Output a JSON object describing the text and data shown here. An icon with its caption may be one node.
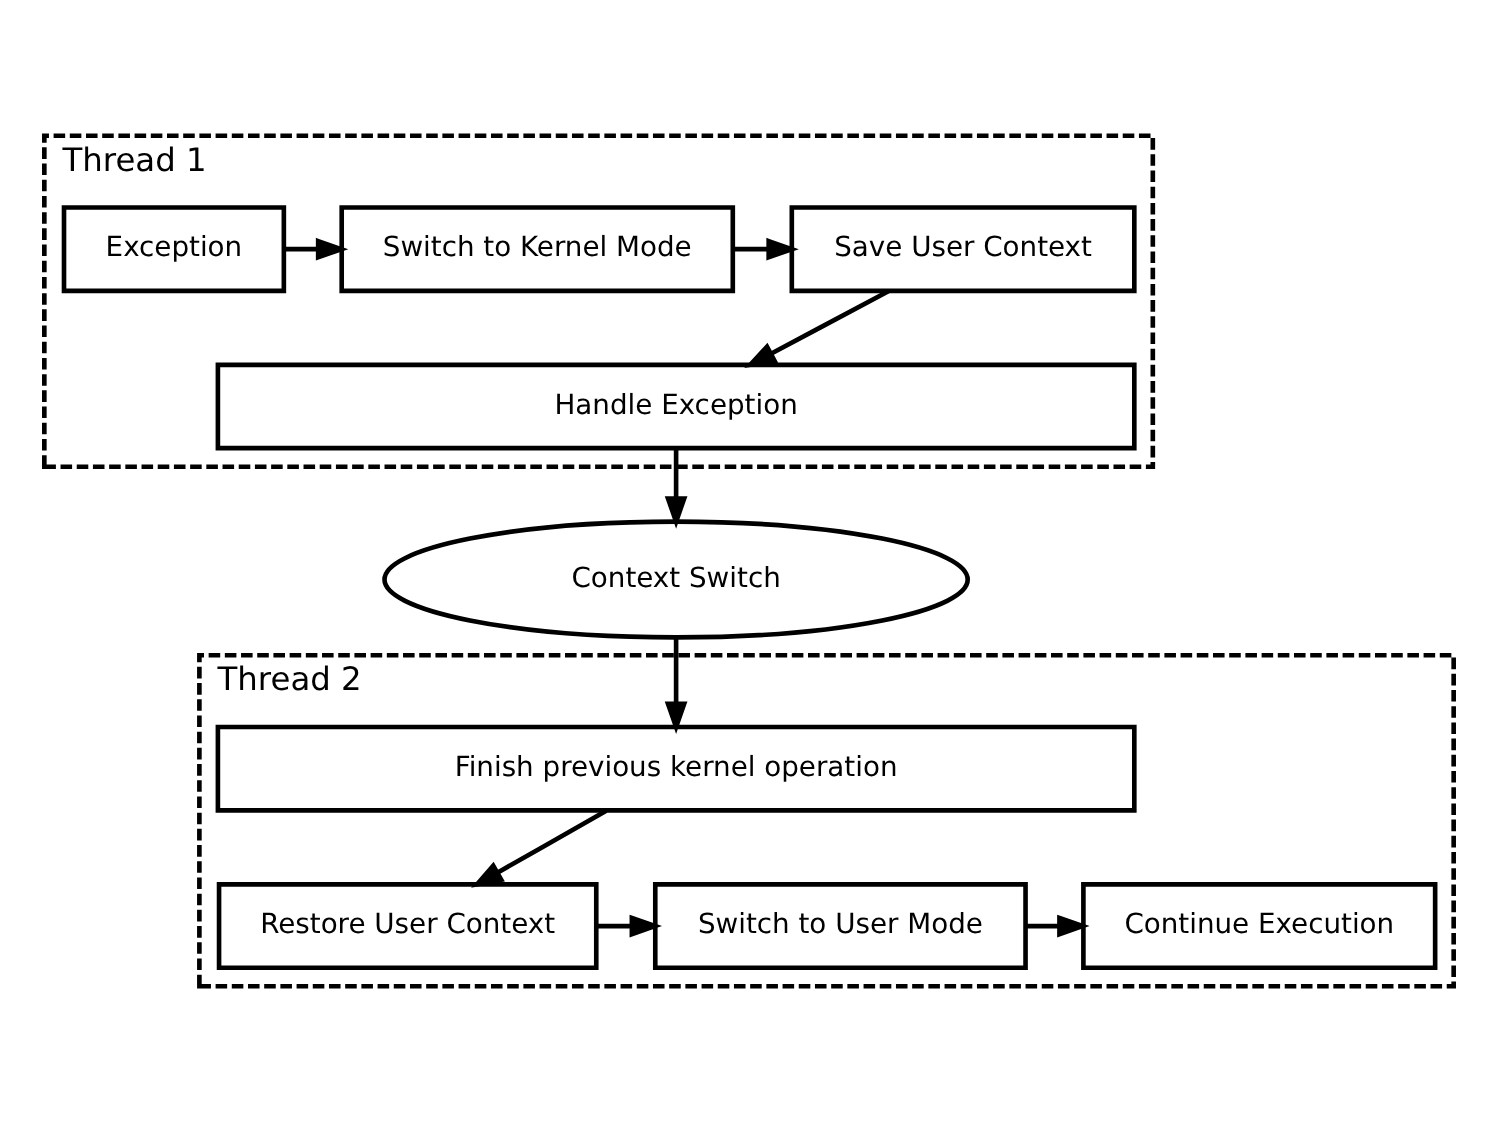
{
  "diagram": {
    "nodes": [
      {
        "text": [
          "Thread 1"
        ]
      },
      {
        "text": [
          "Exception"
        ],
        "in": 0
      },
      {
        "text": [
          "Switch to Kernel Mode"
        ],
        "in": 0
      },
      {
        "text": [
          "Save User Context"
        ],
        "in": 0
      },
      {
        "text": [
          "Handle Exception"
        ],
        "in": 0
      },
      {
        "text": [
          "Context Switch"
        ]
      },
      {
        "text": [
          "Thread 2"
        ]
      },
      {
        "text": [
          "Finish previous kernel operation"
        ],
        "in": 6
      },
      {
        "text": [
          "Restore User Context"
        ],
        "in": 6
      },
      {
        "text": [
          "Switch to User Mode"
        ],
        "in": 6
      },
      {
        "text": [
          "Continue Execution"
        ],
        "in": 6
      }
    ],
    "edges": [
      {
        "from": 1,
        "to": 2,
        "arrow": "to"
      },
      {
        "from": 2,
        "to": 3,
        "arrow": "to"
      },
      {
        "from": 3,
        "to": 4,
        "arrow": "to"
      },
      {
        "from": 4,
        "to": 5,
        "arrow": "to"
      },
      {
        "from": 5,
        "to": 7,
        "arrow": "to"
      },
      {
        "from": 7,
        "to": 8,
        "arrow": "to"
      },
      {
        "from": 8,
        "to": 9,
        "arrow": "to"
      },
      {
        "from": 9,
        "to": 10,
        "arrow": "to"
      }
    ]
  }
}
